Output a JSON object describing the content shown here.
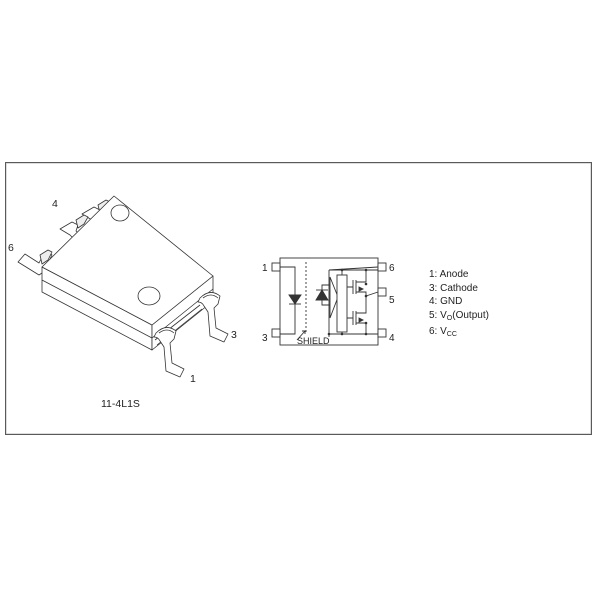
{
  "package": {
    "name": "11-4L1S",
    "pin_labels": {
      "p1": "1",
      "p3": "3",
      "p4": "4",
      "p6": "6"
    }
  },
  "schematic": {
    "pins_left": [
      {
        "num": "1"
      },
      {
        "num": "3"
      }
    ],
    "pins_right": [
      {
        "num": "6"
      },
      {
        "num": "5"
      },
      {
        "num": "4"
      }
    ],
    "shield_label": "SHIELD"
  },
  "legend": {
    "items": [
      {
        "prefix": "1: Anode",
        "sub": "",
        "suffix": ""
      },
      {
        "prefix": "3: Cathode",
        "sub": "",
        "suffix": ""
      },
      {
        "prefix": "4: GND",
        "sub": "",
        "suffix": ""
      },
      {
        "prefix": "5: V",
        "sub": "O",
        "suffix": "(Output)"
      },
      {
        "prefix": "6: V",
        "sub": "CC",
        "suffix": ""
      }
    ]
  },
  "colors": {
    "line": "#333333",
    "frame": "#5a5a5a",
    "text": "#222222"
  }
}
